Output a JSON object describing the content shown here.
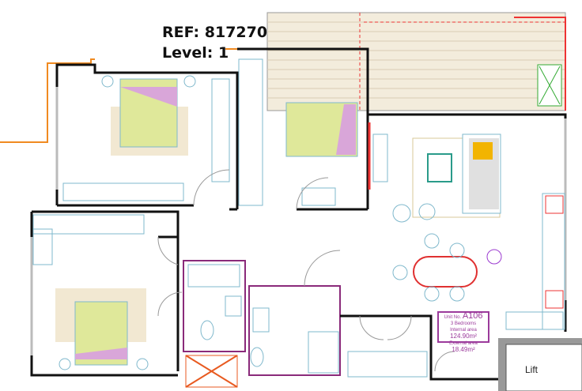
{
  "header": {
    "ref": "REF: 817270",
    "level": "Level: 1"
  },
  "unit_label": {
    "unit_no_label": "Unit No.",
    "unit_no": "A106",
    "bedrooms": "3 Bedrooms",
    "internal_label": "Internal area",
    "internal_area": "124.90m²",
    "external_label": "External area",
    "external_area": "18.49m²"
  },
  "lift_label": "Lift",
  "colors": {
    "wall": "#111111",
    "balcony": "#f3ecdc",
    "bed_fill": "#dfe89a",
    "pillow": "#d9a6d9",
    "fixture": "#7fb8cc",
    "bathroom": "#8a2a7a",
    "dining": "#e03030",
    "orange_outline": "#f08a20"
  }
}
